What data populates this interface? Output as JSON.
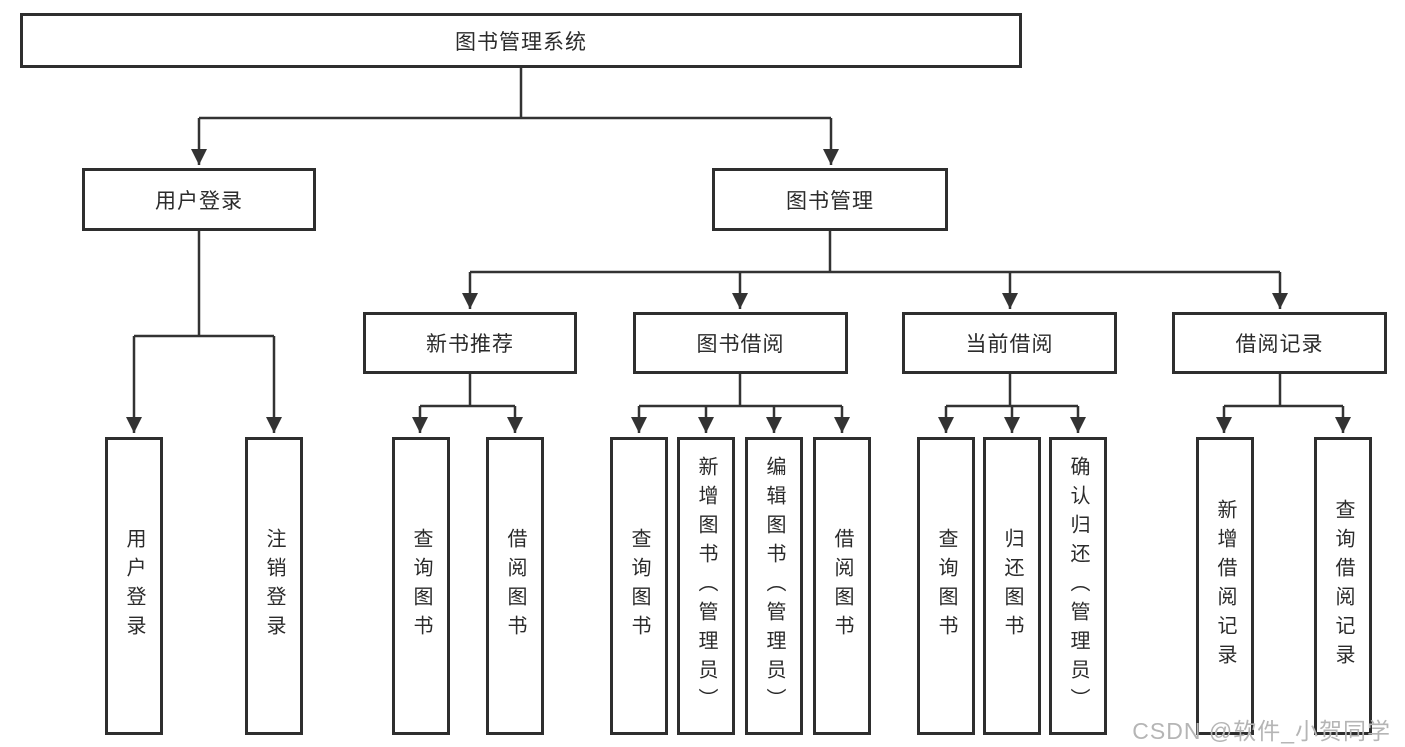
{
  "tree": {
    "root": {
      "label": "图书管理系统"
    },
    "branches": [
      {
        "label": "用户登录",
        "children": [
          "用户登录",
          "注销登录"
        ]
      },
      {
        "label": "图书管理",
        "modules": [
          {
            "label": "新书推荐",
            "children": [
              "查询图书",
              "借阅图书"
            ]
          },
          {
            "label": "图书借阅",
            "children": [
              "查询图书",
              "新增图书（管理员）",
              "编辑图书（管理员）",
              "借阅图书"
            ]
          },
          {
            "label": "当前借阅",
            "children": [
              "查询图书",
              "归还图书",
              "确认归还（管理员）"
            ]
          },
          {
            "label": "借阅记录",
            "children": [
              "新增借阅记录",
              "查询借阅记录"
            ]
          }
        ]
      }
    ]
  },
  "watermark": "CSDN @软件_小贺同学",
  "colors": {
    "line": "#333333",
    "border": "#2e2e2e",
    "text": "#2b2b2b",
    "watermark": "#b5b5b5",
    "background": "#ffffff"
  }
}
